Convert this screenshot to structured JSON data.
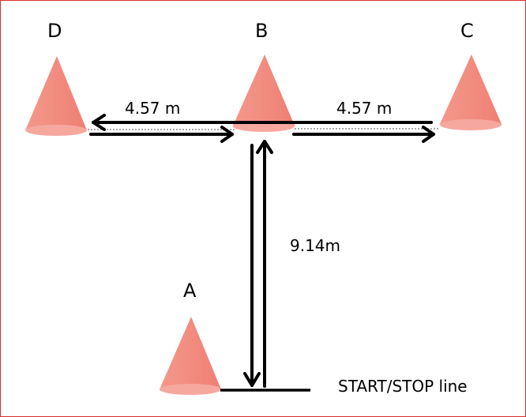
{
  "cones": {
    "a": {
      "label": "A"
    },
    "b": {
      "label": "B"
    },
    "c": {
      "label": "C"
    },
    "d": {
      "label": "D"
    }
  },
  "distances": {
    "b_to_d": "4.57 m",
    "b_to_c": "4.57 m",
    "a_to_b": "9.14m"
  },
  "start_stop_label": "START/STOP line",
  "colors": {
    "cone": "#f28c80",
    "cone_base": "#f6a89f",
    "arrow": "#000000",
    "frame": "#d83030"
  }
}
